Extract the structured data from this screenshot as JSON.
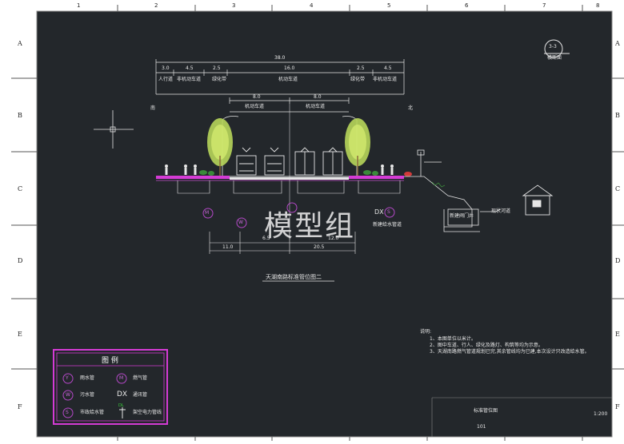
{
  "grid": {
    "columns": [
      "1",
      "2",
      "3",
      "4",
      "5",
      "6",
      "7",
      "8"
    ],
    "rows": [
      "A",
      "B",
      "C",
      "D",
      "E",
      "F"
    ]
  },
  "section": {
    "badge_top": "3-3",
    "badge_label": "横断面",
    "total_width": "38.0",
    "segments": [
      "3.0",
      "4.5",
      "2.5",
      "16.0",
      "2.5",
      "4.5"
    ],
    "lanes": {
      "sidewalk": "人行道",
      "non_motor_left": "非机动车道",
      "median_left": "绿化带",
      "motor": "机动车道",
      "median_right": "绿化带",
      "non_motor_right": "非机动车道"
    },
    "carriageway_left": "机动车道",
    "carriageway_right": "机动车道",
    "dim_8": "8.0",
    "south": "南",
    "north": "北"
  },
  "pipes": {
    "gas": "M",
    "water": "W",
    "telecom": "DX",
    "rain": "S",
    "new_pipe_note": "新建给水管道",
    "valve_well": "新建阀门井",
    "existing_channel": "现状河道",
    "dim_a": "11.0",
    "dim_b": "6.5",
    "dim_c": "12.0",
    "dim_d": "20.5"
  },
  "plan_title": "天湖南路标准管位图二",
  "notes": {
    "title": "说明:",
    "items": [
      "1、本图单位以米计。",
      "2、图中车道、行人、绿化及路灯、构筑等均为示意。",
      "3、天湖南路燃气管道规划已完,其余管线均为已建,本次设计只改造给水管。"
    ]
  },
  "legend": {
    "title": "图 例",
    "items": [
      {
        "symbol": "Y",
        "label": "雨水管"
      },
      {
        "symbol": "M",
        "label": "燃气管"
      },
      {
        "symbol": "W",
        "label": "污水管"
      },
      {
        "symbol": "DX",
        "label": "通讯管"
      },
      {
        "symbol": "S",
        "label": "市政给水管"
      },
      {
        "symbol": "DL",
        "label": "架空电力管线"
      }
    ]
  },
  "title_block": {
    "drawing_name": "标准管位图",
    "scale": "1:200",
    "sheet": "101"
  },
  "watermark": "模型组",
  "colors": {
    "background": "#23272b",
    "line": "#e6e6e6",
    "magenta": "#d53bd5",
    "tree": "#c8e65a",
    "pipe": "#b548c8"
  }
}
